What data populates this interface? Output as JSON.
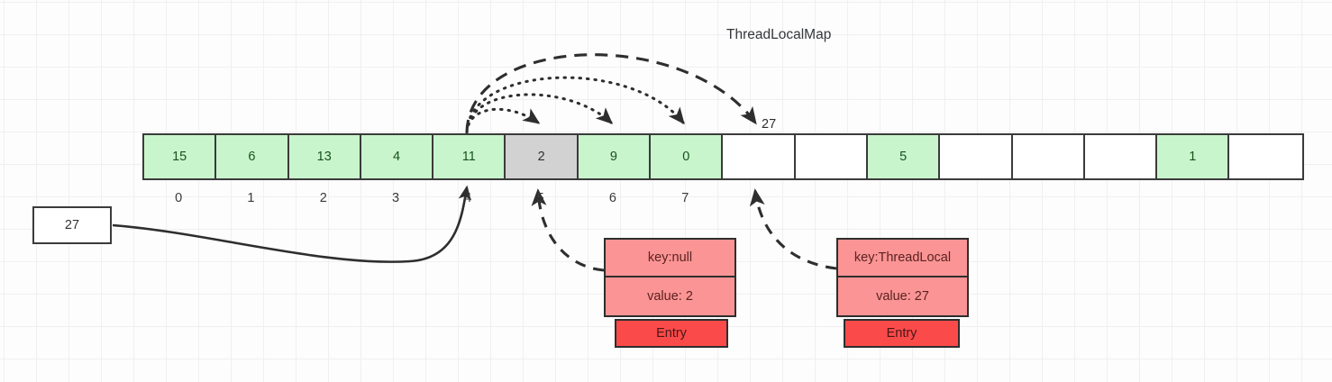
{
  "diagram": {
    "title": "ThreadLocalMap",
    "kind": "hash-table-linear-probing"
  },
  "reference_box": {
    "name": "thread-local-ref",
    "value": "27"
  },
  "array": {
    "cell_count": 16,
    "cells": [
      {
        "index": 0,
        "value": "15",
        "state": "filled"
      },
      {
        "index": 1,
        "value": "6",
        "state": "filled"
      },
      {
        "index": 2,
        "value": "13",
        "state": "filled"
      },
      {
        "index": 3,
        "value": "4",
        "state": "filled"
      },
      {
        "index": 4,
        "value": "11",
        "state": "filled"
      },
      {
        "index": 5,
        "value": "2",
        "state": "stale"
      },
      {
        "index": 6,
        "value": "9",
        "state": "filled"
      },
      {
        "index": 7,
        "value": "0",
        "state": "filled"
      },
      {
        "index": 8,
        "value": "",
        "state": "empty"
      },
      {
        "index": 9,
        "value": "",
        "state": "empty"
      },
      {
        "index": 10,
        "value": "5",
        "state": "filled"
      },
      {
        "index": 11,
        "value": "",
        "state": "empty"
      },
      {
        "index": 12,
        "value": "",
        "state": "empty"
      },
      {
        "index": 13,
        "value": "",
        "state": "empty"
      },
      {
        "index": 14,
        "value": "1",
        "state": "filled"
      },
      {
        "index": 15,
        "value": "",
        "state": "empty"
      }
    ],
    "index_labels": [
      "0",
      "1",
      "2",
      "3",
      "4",
      "5",
      "6",
      "7"
    ]
  },
  "annotations": {
    "probe_target_label": "27"
  },
  "entries": [
    {
      "id": "entry-stale",
      "key": "key:null",
      "value": "value: 2",
      "tag": "Entry",
      "points_to_index": 5
    },
    {
      "id": "entry-new",
      "key": "key:ThreadLocal",
      "value": "value: 27",
      "tag": "Entry",
      "points_to_index": 8
    }
  ],
  "colors": {
    "filled_cell": "#c9f5cd",
    "stale_cell": "#d2d2d2",
    "empty_cell": "#ffffff",
    "entry_field": "#fb9494",
    "entry_tag": "#fb4a4a",
    "stroke": "#2e2e2e"
  }
}
